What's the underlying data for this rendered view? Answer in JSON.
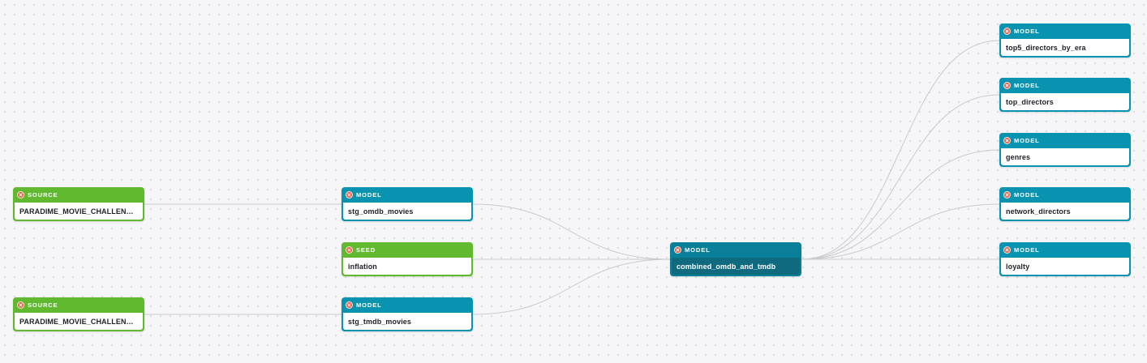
{
  "graph": {
    "nodes": [
      {
        "id": "src1",
        "type": "SOURCE",
        "kind": "source",
        "label": "PARADIME_MOVIE_CHALLENGE_OMDB",
        "display": "PARADIME_MOVIE_CHALLENGE…"
      },
      {
        "id": "src2",
        "type": "SOURCE",
        "kind": "source",
        "label": "PARADIME_MOVIE_CHALLENGE_TMDB",
        "display": "PARADIME_MOVIE_CHALLENGE…"
      },
      {
        "id": "stg_omdb",
        "type": "MODEL",
        "kind": "model",
        "label": "stg_omdb_movies",
        "display": "stg_omdb_movies"
      },
      {
        "id": "inflation",
        "type": "SEED",
        "kind": "seed",
        "label": "inflation",
        "display": "inflation"
      },
      {
        "id": "stg_tmdb",
        "type": "MODEL",
        "kind": "model",
        "label": "stg_tmdb_movies",
        "display": "stg_tmdb_movies"
      },
      {
        "id": "combined",
        "type": "MODEL",
        "kind": "model",
        "label": "combined_omdb_and_tmdb",
        "display": "combined_omdb_and_tmdb",
        "selected": true
      },
      {
        "id": "top5",
        "type": "MODEL",
        "kind": "model",
        "label": "top5_directors_by_era",
        "display": "top5_directors_by_era"
      },
      {
        "id": "topdir",
        "type": "MODEL",
        "kind": "model",
        "label": "top_directors",
        "display": "top_directors"
      },
      {
        "id": "genres",
        "type": "MODEL",
        "kind": "model",
        "label": "genres",
        "display": "genres"
      },
      {
        "id": "netdir",
        "type": "MODEL",
        "kind": "model",
        "label": "network_directors",
        "display": "network_directors"
      },
      {
        "id": "loyalty",
        "type": "MODEL",
        "kind": "model",
        "label": "loyalty",
        "display": "loyalty"
      }
    ],
    "edges": [
      {
        "from": "src1",
        "to": "stg_omdb"
      },
      {
        "from": "src2",
        "to": "stg_tmdb"
      },
      {
        "from": "stg_omdb",
        "to": "combined"
      },
      {
        "from": "inflation",
        "to": "combined"
      },
      {
        "from": "stg_tmdb",
        "to": "combined"
      },
      {
        "from": "combined",
        "to": "top5"
      },
      {
        "from": "combined",
        "to": "topdir"
      },
      {
        "from": "combined",
        "to": "genres"
      },
      {
        "from": "combined",
        "to": "netdir"
      },
      {
        "from": "combined",
        "to": "loyalty"
      }
    ]
  },
  "colors": {
    "model": "#0893b1",
    "source": "#61b930",
    "seed": "#61b930",
    "selected_body": "#0f6a80",
    "edge": "#c9c9cf",
    "status": "#e7593f",
    "background": "#f6f6f8"
  },
  "icons": {
    "status": "error-x-icon"
  }
}
